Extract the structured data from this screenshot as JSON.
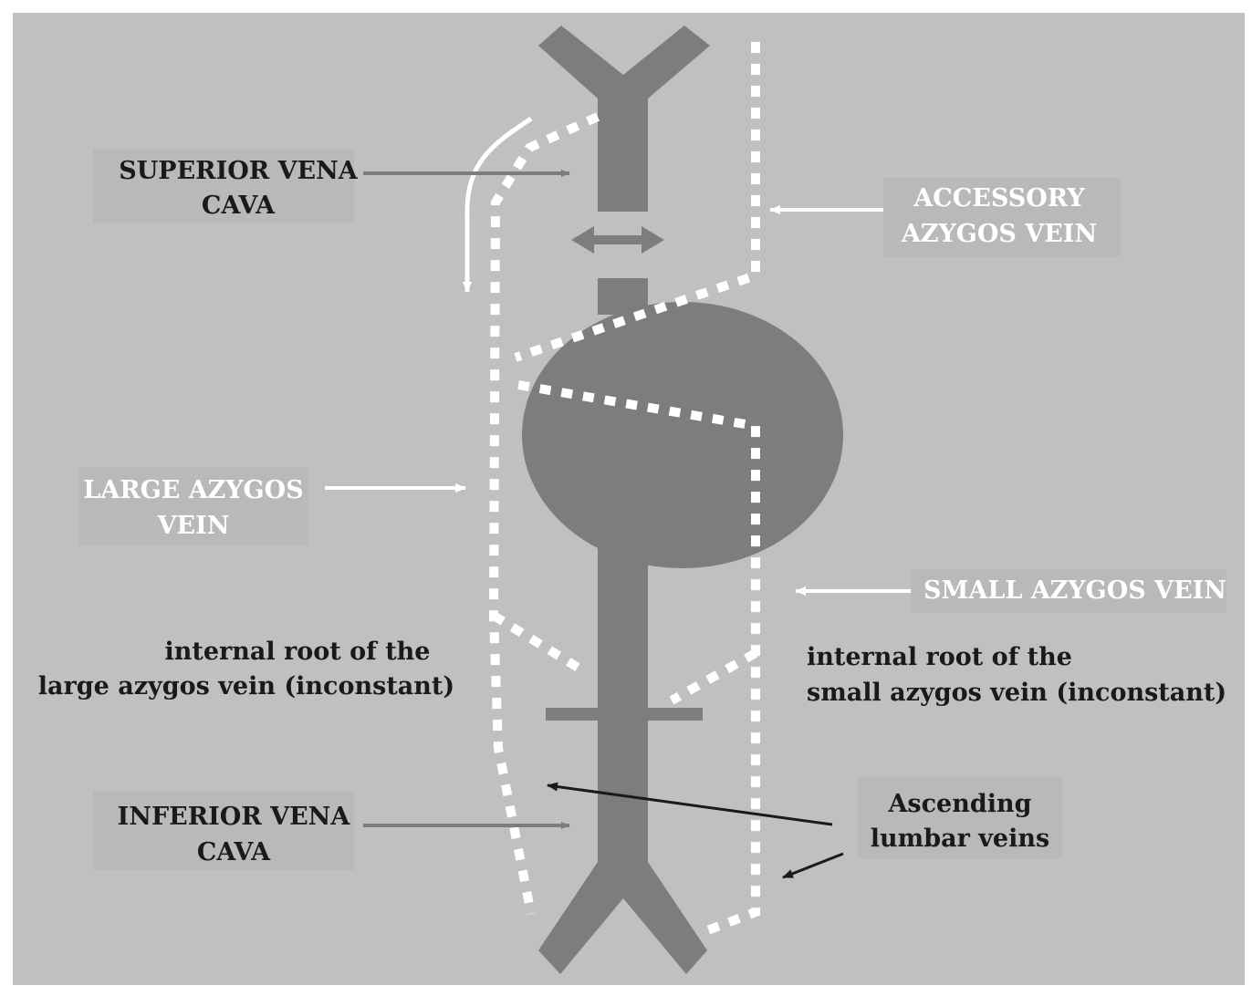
{
  "labels": {
    "svc_line1": "SUPERIOR VENA",
    "svc_line2": "CAVA",
    "accessory_line1": "ACCESSORY",
    "accessory_line2": "AZYGOS VEIN",
    "large_line1": "LARGE AZYGOS",
    "large_line2": "VEIN",
    "small": "SMALL AZYGOS VEIN",
    "internal_large_line1": "internal root of the",
    "internal_large_line2": "large azygos vein (inconstant)",
    "internal_small_line1": "internal root of the",
    "internal_small_line2": "small azygos vein (inconstant)",
    "ivc_line1": "INFERIOR VENA",
    "ivc_line2": "CAVA",
    "lumbar_line1": "Ascending",
    "lumbar_line2": "lumbar veins"
  },
  "colors": {
    "background": "#c0c0c0",
    "vessel": "#7d7d7d",
    "dotted": "#ffffff",
    "white_text": "#ffffff",
    "dark_text": "#1a1a1a",
    "label_box": "#b9b9b9"
  }
}
